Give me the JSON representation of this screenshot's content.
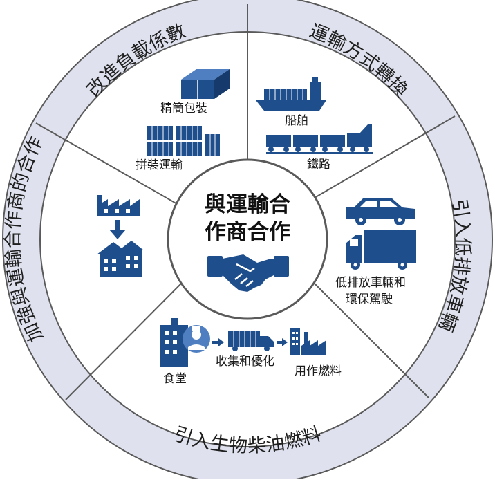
{
  "colors": {
    "ring": "#dfe2ee",
    "stroke": "#5a5a5a",
    "icon": "#1f4e8c",
    "icon_light": "#4f7fc0"
  },
  "center": {
    "line1": "與運輸合",
    "line2": "作商合作",
    "icon": "handshake-icon"
  },
  "ring_labels": {
    "top_left": "改進負載係數",
    "top_right": "運輸方式轉換",
    "right": "引入低排放車輛",
    "bottom": "引入生物柴油燃料",
    "left": "加強與運輸合作商的合作"
  },
  "items": {
    "packaging": "精簡包裝",
    "consolidated": "拼裝運輸",
    "ship": "船舶",
    "railway": "鐵路",
    "low_emission": [
      "低排放車輛和",
      "環保駕駛"
    ],
    "canteen": "食堂",
    "collect": "收集和優化",
    "fuel": "用作燃料"
  },
  "icons": {
    "boxes": "package-boxes-icon",
    "containers": "container-stack-icon",
    "ship": "cargo-ship-icon",
    "train": "freight-train-icon",
    "car": "car-icon",
    "truck": "truck-icon",
    "factories": "factory-icon",
    "arrow": "arrow-down-icon",
    "houses": "houses-icon",
    "canteen": "building-chef-icon",
    "truck_small": "small-truck-icon",
    "factory_fuel": "factory-fuel-icon"
  }
}
